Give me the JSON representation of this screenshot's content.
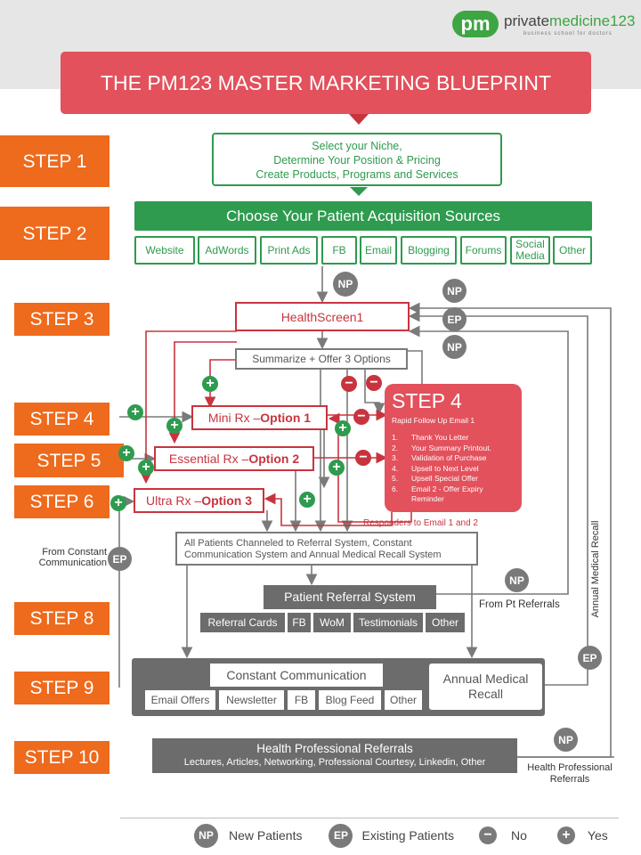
{
  "logo": {
    "mark": "pm",
    "name_a": "private",
    "name_b": "medicine123",
    "tagline": "business school for doctors"
  },
  "title": "THE PM123  MASTER MARKETING BLUEPRINT",
  "steps": [
    "STEP 1",
    "STEP 2",
    "STEP 3",
    "STEP 4",
    "STEP 5",
    "STEP 6",
    "STEP 8",
    "STEP 9",
    "STEP 10"
  ],
  "step1_lines": [
    "Select your Niche,",
    "Determine Your Position & Pricing",
    "Create Products, Programs and Services"
  ],
  "step2_header": "Choose Your Patient Acquisition Sources",
  "sources": [
    "Website",
    "AdWords",
    "Print Ads",
    "FB",
    "Email",
    "Blogging",
    "Forums",
    "Social Media",
    "Other"
  ],
  "healthscreen": "HealthScreen1",
  "summarize": "Summarize + Offer 3 Options",
  "options": [
    {
      "name": "Mini Rx – ",
      "option": "Option 1"
    },
    {
      "name": "Essential Rx – ",
      "option": "Option 2"
    },
    {
      "name": "Ultra Rx – ",
      "option": "Option 3"
    }
  ],
  "step4_card": {
    "title": "STEP 4",
    "subtitle": "Rapid Follow Up Email 1",
    "items": [
      {
        "num": "1.",
        "text": "Thank You Letter"
      },
      {
        "num": "2.",
        "text": "Your Summary Printout."
      },
      {
        "num": "3.",
        "text": "Validation of Purchase"
      },
      {
        "num": "4.",
        "text": "Upsell to Next Level"
      },
      {
        "num": "5.",
        "text": "Upsell Special Offer"
      },
      {
        "num": "6.",
        "text": "Email 2 -  Offer Expiry Reminder"
      }
    ]
  },
  "responders": "Responders to Email 1 and 2",
  "all_patients": [
    "All Patients  Channeled to Referral System, Constant",
    "Communication System and Annual Medical Recall System"
  ],
  "from_constant": [
    "From Constant",
    "Communication"
  ],
  "referral_system": "Patient Referral System",
  "referral_items": [
    "Referral Cards",
    "FB",
    "WoM",
    "Testimonials",
    "Other"
  ],
  "from_pt_referrals": "From Pt Referrals",
  "constant_comm": "Constant Communication",
  "comm_items": [
    "Email Offers",
    "Newsletter",
    "FB",
    "Blog Feed",
    "Other"
  ],
  "annual_box": [
    "Annual Medical",
    "Recall"
  ],
  "annual_vertical": "Annual Medical Recall",
  "hp_title": "Health Professional Referrals",
  "hp_sub": "Lectures, Articles, Networking, Professional Courtesy, Linkedin, Other",
  "hp_side": [
    "Health Professional",
    "Referrals"
  ],
  "badges": {
    "np": "NP",
    "ep": "EP",
    "plus": "+",
    "minus": "−"
  },
  "legend": [
    {
      "badge": "NP",
      "label": "New Patients"
    },
    {
      "badge": "EP",
      "label": "Existing Patients"
    },
    {
      "badge": "−",
      "label": "No"
    },
    {
      "badge": "+",
      "label": "Yes"
    }
  ],
  "colors": {
    "orange": "#ee6a1c",
    "green": "#2e9b4f",
    "red": "#c8343e",
    "title_red": "#e2515c",
    "grey": "#6c6c6c"
  }
}
